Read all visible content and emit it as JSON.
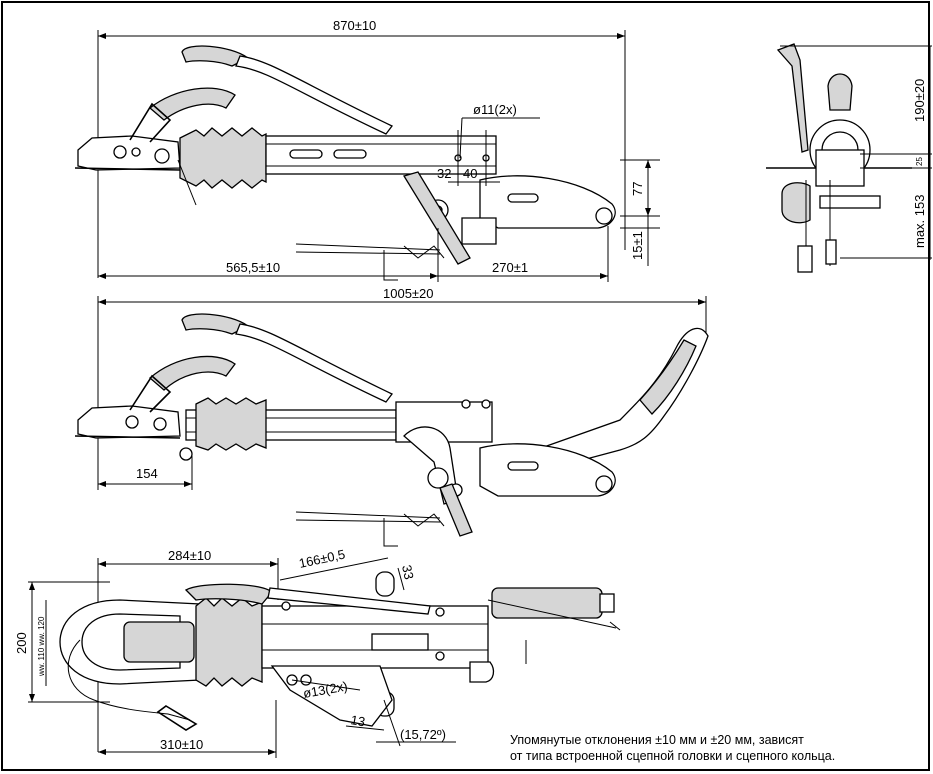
{
  "views": {
    "side_top": {
      "dimensions": [
        "870±10",
        "ø11(2x)",
        "32",
        "40",
        "77",
        "15±1",
        "565,5±10",
        "270±1"
      ]
    },
    "front": {
      "dimensions": [
        "190±20",
        "25",
        "max. 153"
      ]
    },
    "side_middle": {
      "dimensions": [
        "1005±20",
        "154"
      ]
    },
    "top_view": {
      "dimensions": [
        "284±10",
        "166±0,5",
        "33",
        "200",
        "ww. 110 ww. 120",
        "ø13(2x)",
        "13",
        "(15,72º)",
        "310±10"
      ]
    }
  },
  "note": {
    "line1": "Упомянутые отклонения ±10 мм и ±20 мм, зависят",
    "line2": "от типа встроенной сцепной головки и сцепного кольца."
  }
}
